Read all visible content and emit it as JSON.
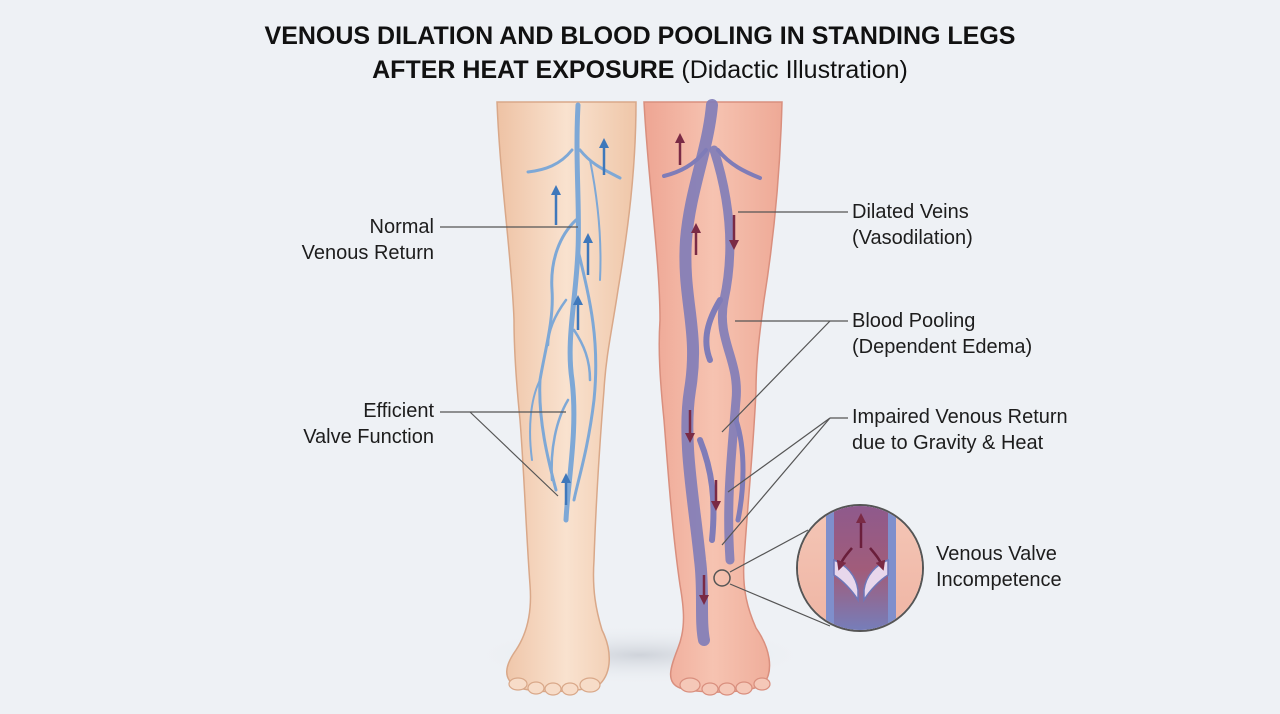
{
  "title": {
    "line1": "VENOUS DILATION AND BLOOD POOLING IN STANDING LEGS",
    "line2_bold": "AFTER HEAT EXPOSURE",
    "line2_light": "(Didactic Illustration)"
  },
  "labels": {
    "normal_return": [
      "Normal",
      "Venous Return"
    ],
    "efficient_valve": [
      "Efficient",
      "Valve Function"
    ],
    "dilated_veins": [
      "Dilated Veins",
      "(Vasodilation)"
    ],
    "blood_pooling": [
      "Blood Pooling",
      "(Dependent Edema)"
    ],
    "impaired_return": [
      "Impaired Venous Return",
      "due to Gravity & Heat"
    ],
    "valve_incompetence": [
      "Venous Valve",
      "Incompetence"
    ]
  },
  "colors": {
    "background": "#eef1f5",
    "skin_normal": "#f6d9c2",
    "skin_heated": "#f2b9a8",
    "vein_normal": "#7ea8d6",
    "vein_dilated": "#7f7cb8",
    "arrow_normal": "#3f78bb",
    "arrow_pooling": "#7a2a45",
    "leader_line": "#555555"
  }
}
